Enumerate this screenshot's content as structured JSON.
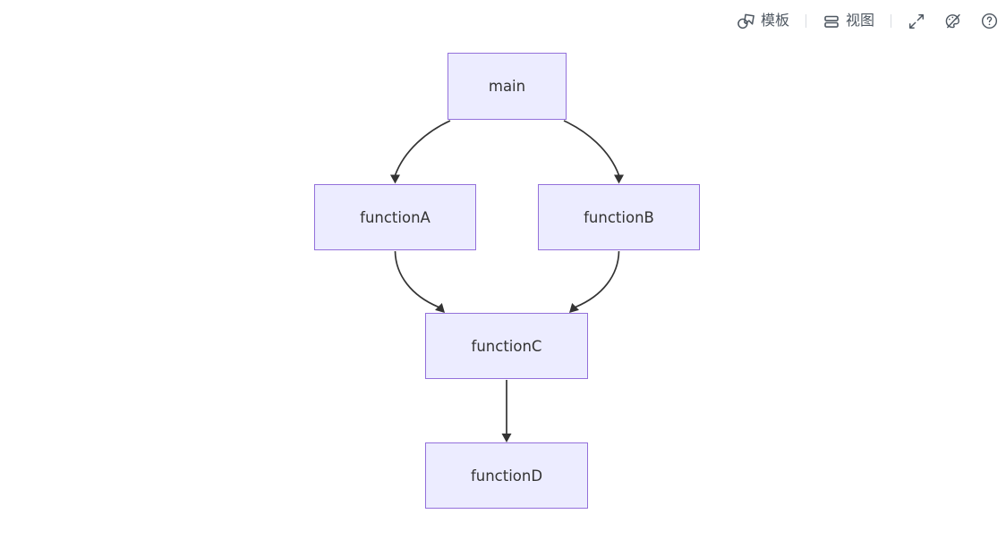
{
  "toolbar": {
    "template": {
      "label": "模板",
      "icon": "shapes-icon"
    },
    "view": {
      "label": "视图",
      "icon": "rows-icon"
    },
    "icon_buttons": [
      {
        "id": "fullscreen",
        "icon": "expand-icon"
      },
      {
        "id": "theme",
        "icon": "palette-icon"
      },
      {
        "id": "help",
        "icon": "help-icon"
      }
    ],
    "text_color": "#4e5761",
    "divider_color": "#d9dce1"
  },
  "diagram": {
    "type": "flowchart",
    "direction": "top-down",
    "nodes": [
      {
        "id": "main",
        "label": "main"
      },
      {
        "id": "functionA",
        "label": "functionA"
      },
      {
        "id": "functionB",
        "label": "functionB"
      },
      {
        "id": "functionC",
        "label": "functionC"
      },
      {
        "id": "functionD",
        "label": "functionD"
      }
    ],
    "edges": [
      {
        "from": "main",
        "to": "functionA"
      },
      {
        "from": "main",
        "to": "functionB"
      },
      {
        "from": "functionA",
        "to": "functionC"
      },
      {
        "from": "functionB",
        "to": "functionC"
      },
      {
        "from": "functionC",
        "to": "functionD"
      }
    ],
    "colors": {
      "node_fill": "#ECECFF",
      "node_border": "#9370DB",
      "edge_stroke": "#333333",
      "label_text": "#333333",
      "background": "#ffffff"
    }
  }
}
